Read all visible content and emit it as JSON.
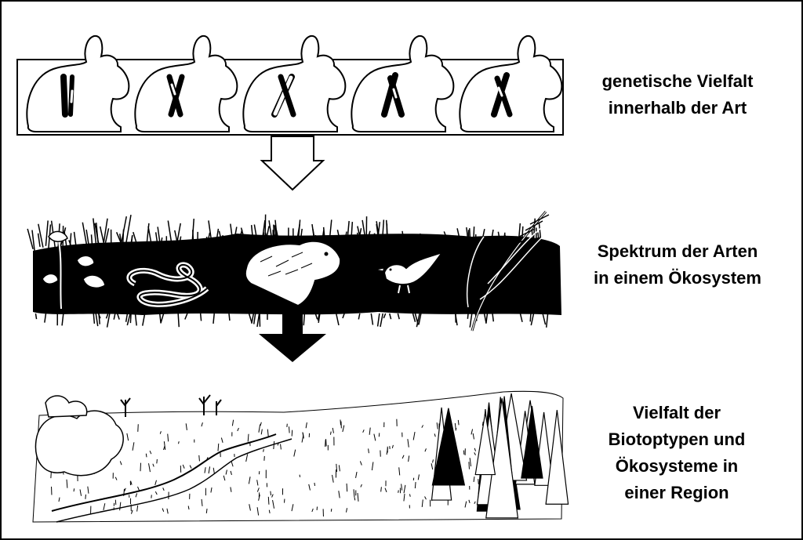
{
  "levels": [
    {
      "lines": [
        "genetische Vielfalt",
        "innerhalb der Art"
      ]
    },
    {
      "lines": [
        "Spektrum der Arten",
        "in einem Ökosystem"
      ]
    },
    {
      "lines": [
        "Vielfalt der",
        "Biotoptypen und",
        "Ökosysteme in",
        "einer Region"
      ]
    }
  ],
  "colors": {
    "ink": "#000000",
    "paper": "#ffffff"
  }
}
